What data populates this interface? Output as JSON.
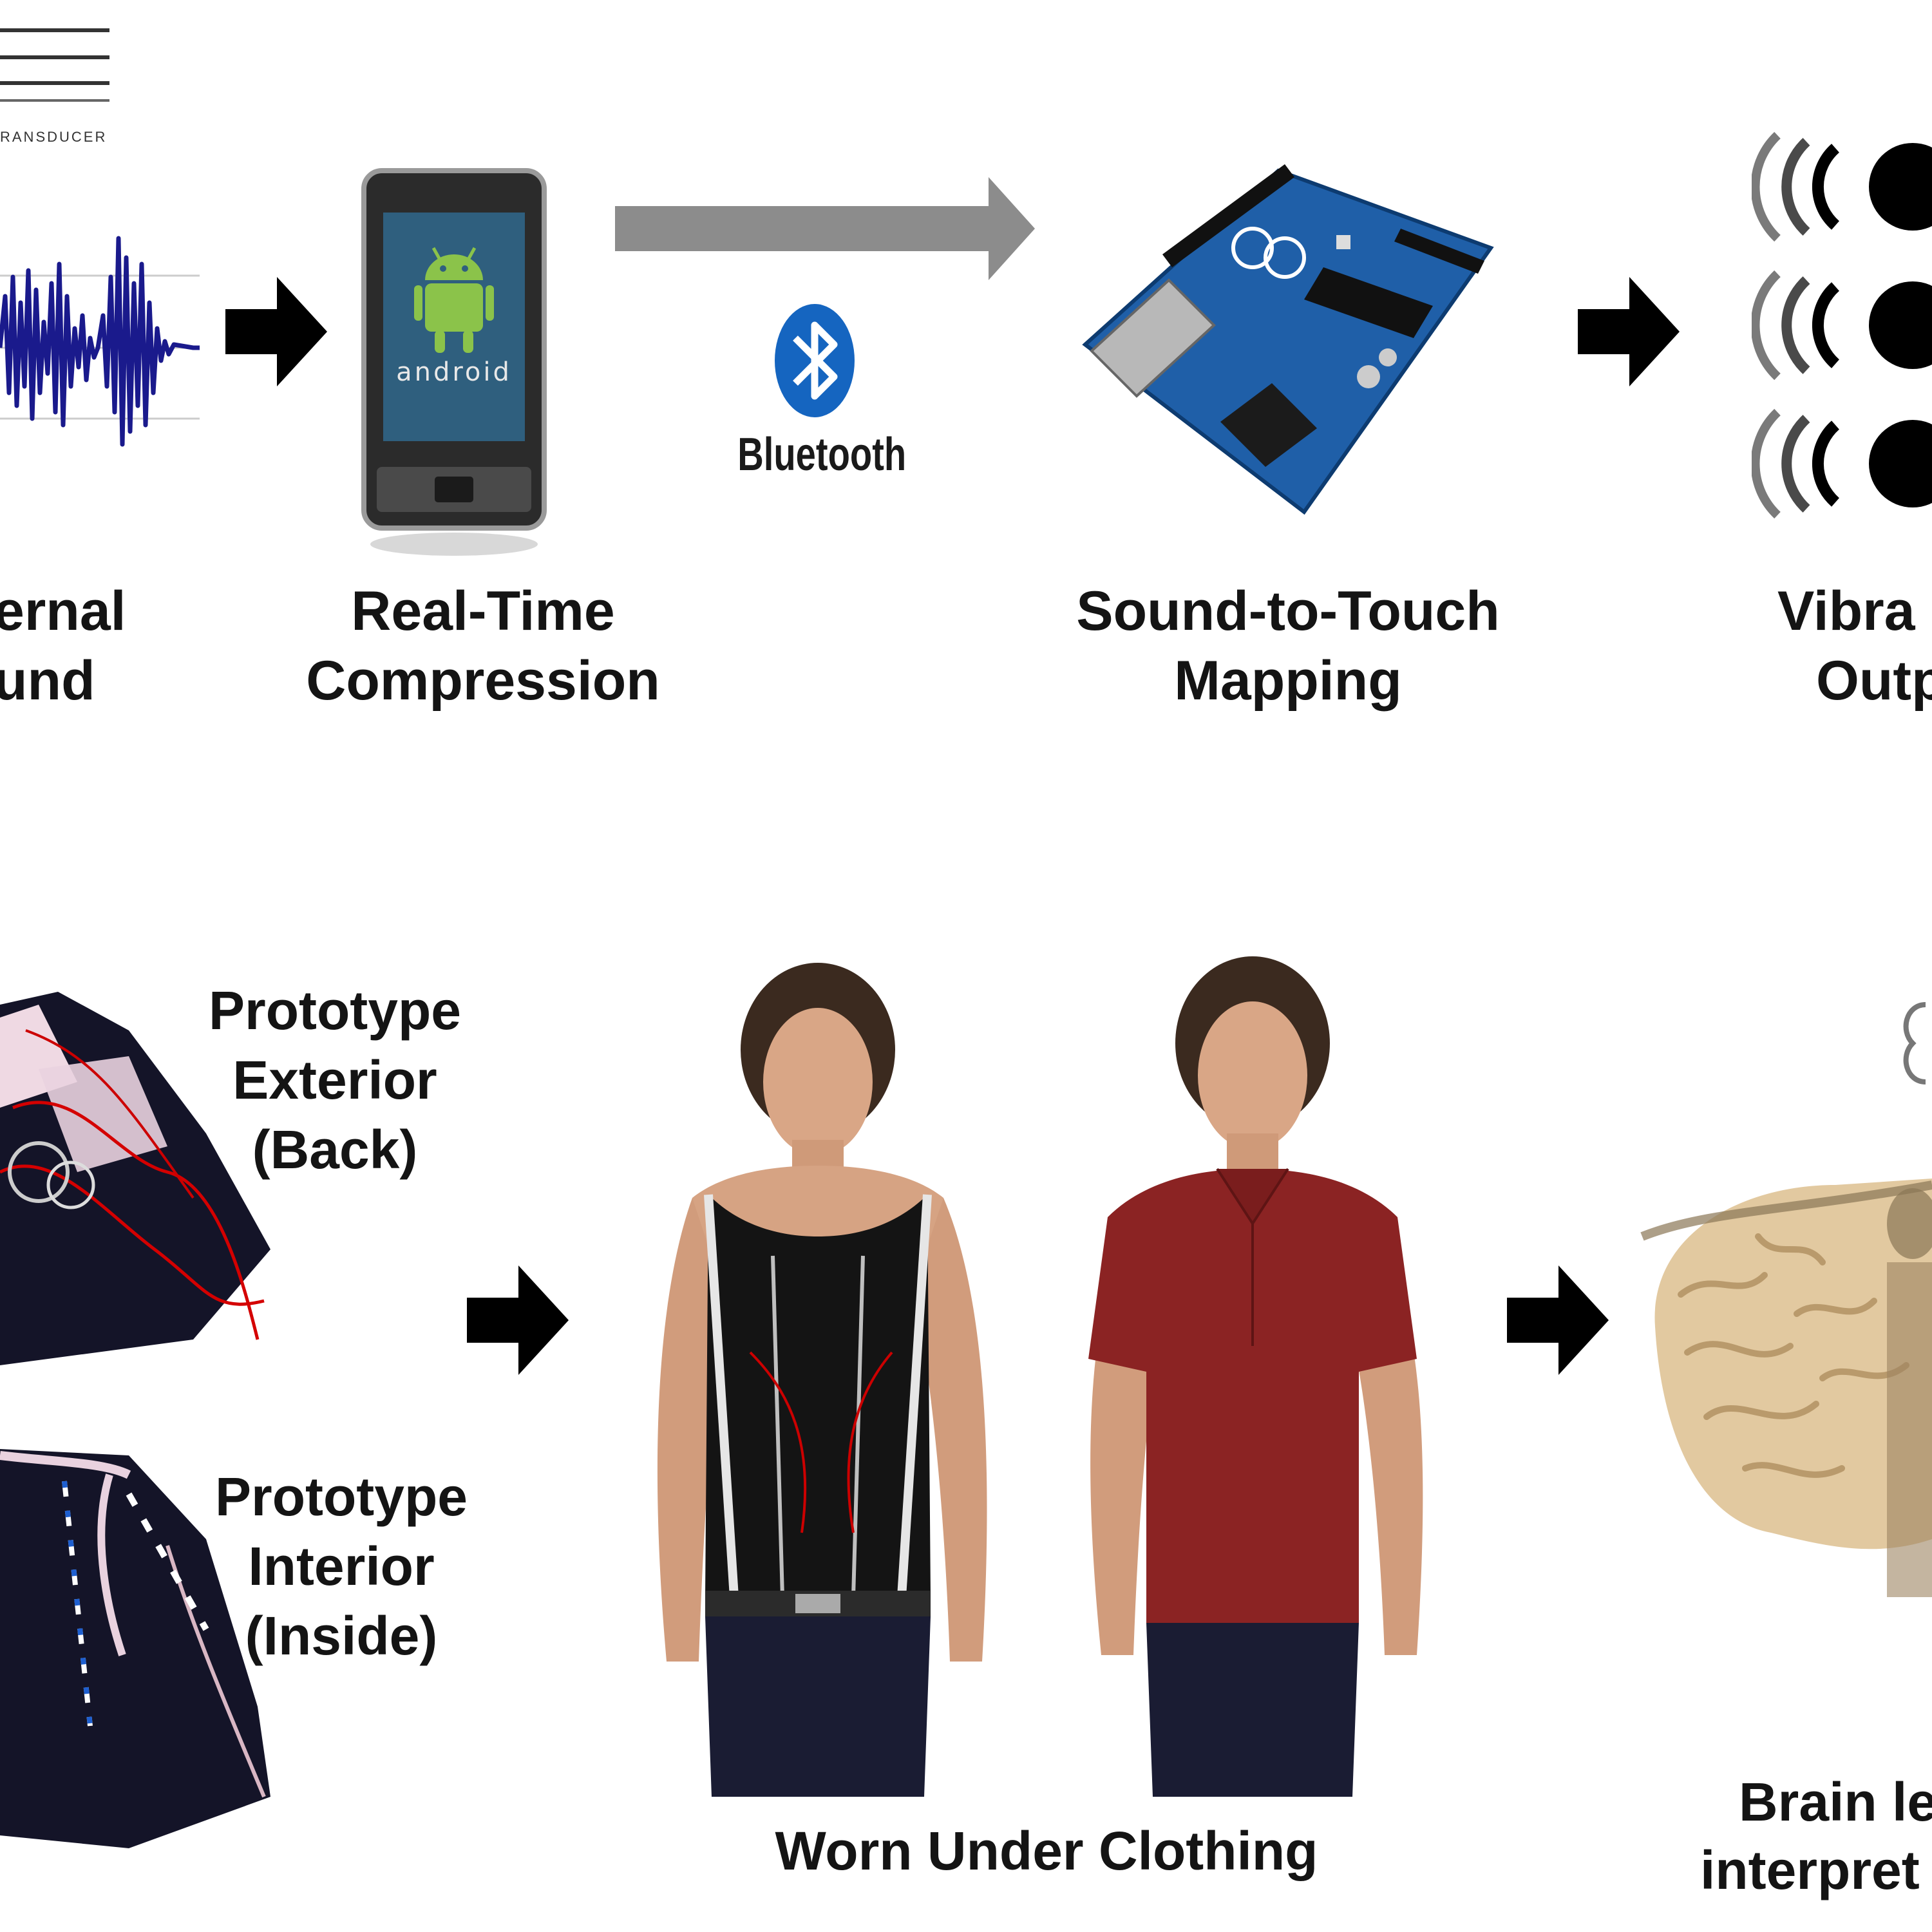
{
  "top_row": {
    "input": {
      "line1": "ernal",
      "line2": "und",
      "transducer_label": "RANSDUCER"
    },
    "compression": {
      "line1": "Real-Time",
      "line2": "Compression",
      "phone_brand": "android"
    },
    "bluetooth": {
      "label": "Bluetooth"
    },
    "mapping": {
      "line1": "Sound-to-Touch",
      "line2": "Mapping"
    },
    "output": {
      "line1": "Vibra",
      "line2": "Outp"
    }
  },
  "bottom_row": {
    "exterior": {
      "line1": "Prototype",
      "line2": "Exterior",
      "line3": "(Back)"
    },
    "interior": {
      "line1": "Prototype",
      "line2": "Interior",
      "line3": "(Inside)"
    },
    "worn": {
      "label": "Worn Under Clothing"
    },
    "brain": {
      "line1": "Brain le",
      "line2": "interpret"
    }
  },
  "colors": {
    "waveform": "#1a1a8c",
    "flow_arrow": "#000000",
    "bluetooth_arrow": "#8c8c8c",
    "bluetooth_blue": "#1565c0",
    "android_green": "#8bc34a",
    "board_blue": "#1f5fa8",
    "vest_black": "#141414",
    "shirt_red": "#8b2323",
    "brain_beige": "#e2c9a0"
  }
}
